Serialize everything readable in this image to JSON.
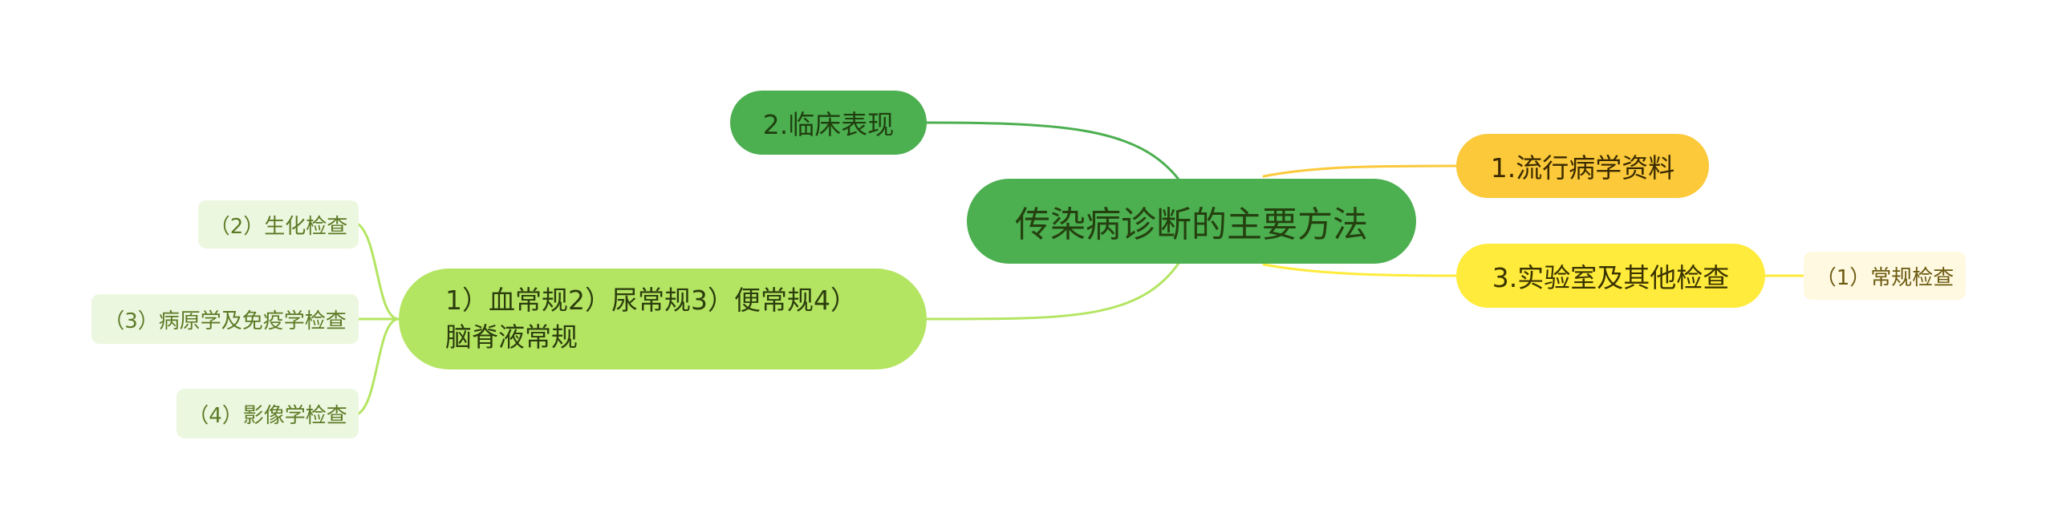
{
  "colors": {
    "root_bg": "#4caf50",
    "root_text": "#24400f",
    "clinical_bg": "#4caf50",
    "clinical_text": "#1f3f0f",
    "epi_bg": "#fbc93a",
    "epi_text": "#3a2a00",
    "lab_bg": "#ffeb3b",
    "lab_text": "#3a3300",
    "routine_bg": "#b4e562",
    "routine_text": "#2b3d0d",
    "green_leaf_bg": "#ecf7df",
    "green_leaf_text": "#5b7a25",
    "yellow_leaf_bg": "#fff9e1",
    "yellow_leaf_text": "#6b5a10",
    "edge_dark_green": "#4caf50",
    "edge_light_green": "#b4e562",
    "edge_gold": "#fbc93a",
    "edge_yellow": "#ffeb3b"
  },
  "mindmap": {
    "root": "传染病诊断的主要方法",
    "clinical": "2.临床表现",
    "epidemiology": "1.流行病学资料",
    "lab": "3.实验室及其他检查",
    "routine_tests": "1）血常规2）尿常规3）便常规4）脑脊液常规",
    "lab_children": {
      "routine": "（1）常规检查"
    },
    "routine_children": {
      "biochem": "（2）生化检查",
      "pathogen": "（3）病原学及免疫学检查",
      "imaging": "（4）影像学检查"
    }
  }
}
